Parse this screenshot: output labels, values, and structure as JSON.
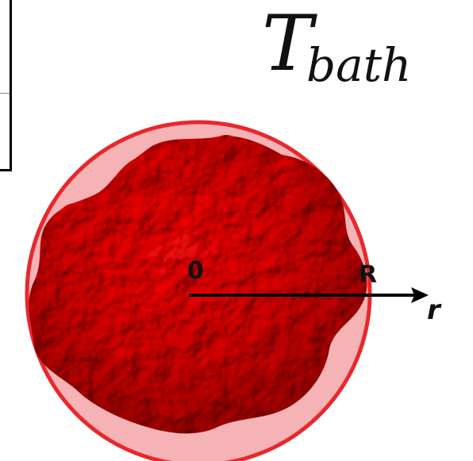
{
  "title": {
    "main": "T",
    "subscript": "bath"
  },
  "labels": {
    "origin": "0",
    "radius": "R",
    "axis": "r"
  },
  "colors": {
    "sphere_fill": "#f6b3b6",
    "sphere_edge": "#e8282c",
    "protein_dark": "#b00008",
    "protein_mid": "#e01018",
    "protein_light": "#ff4a4a",
    "arrow": "#000000"
  }
}
